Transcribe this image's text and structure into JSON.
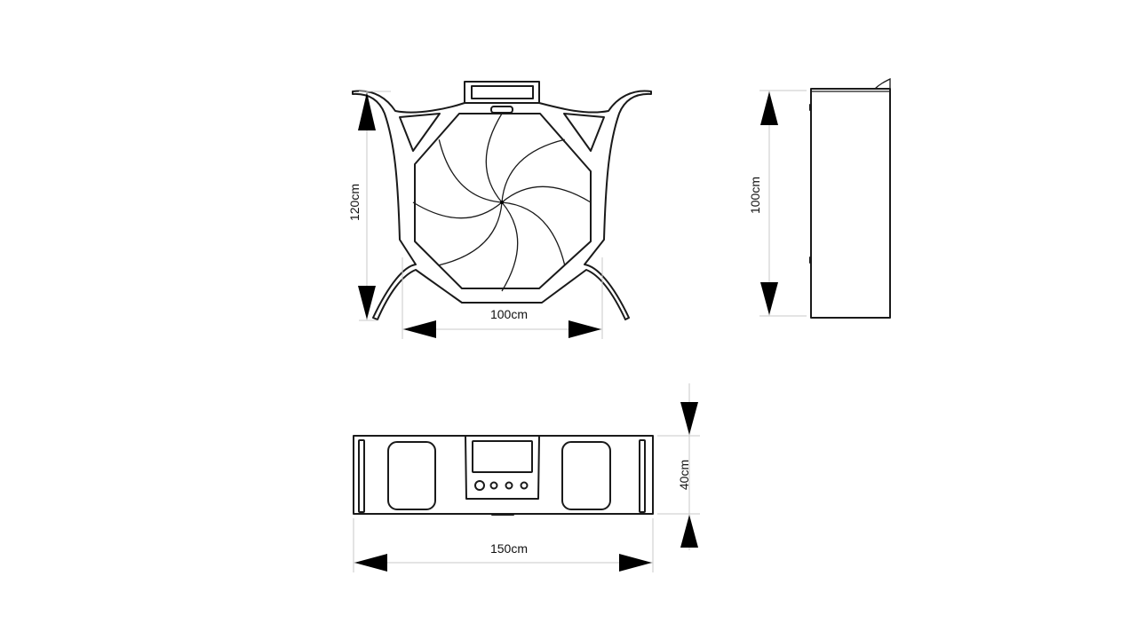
{
  "drawing": {
    "front_view": {
      "height_label": "120cm",
      "width_label": "100cm",
      "fan_blades": 8
    },
    "side_view": {
      "height_label": "100cm"
    },
    "top_view": {
      "depth_label": "40cm",
      "width_label": "150cm",
      "control_buttons": 4
    }
  }
}
